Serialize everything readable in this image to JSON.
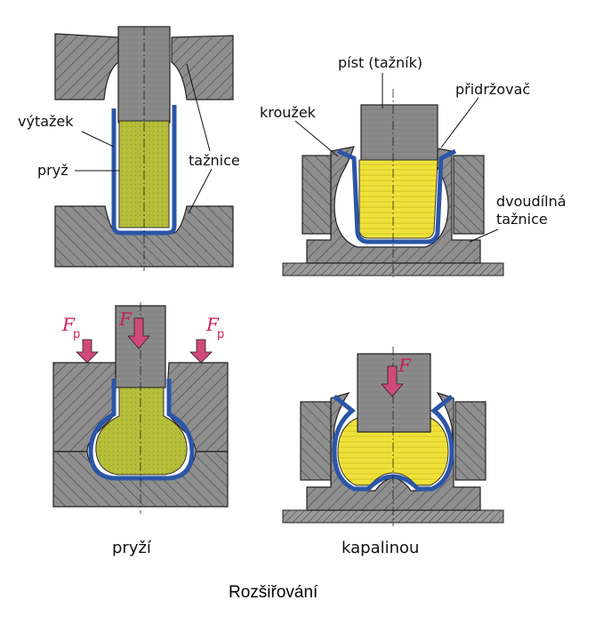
{
  "labels": {
    "vytazek": "výtažek",
    "pryz": "pryž",
    "taznice": "tažnice",
    "pist": "píst (tažník)",
    "krouzek": "kroužek",
    "pridrzovac": "přidržovač",
    "dvoudilna_1": "dvoudílná",
    "dvoudilna_2": "tažnice"
  },
  "forces": {
    "fp_symbol": "F",
    "fp_sub": "p",
    "f_symbol": "F"
  },
  "captions": {
    "left": "pryží",
    "right": "kapalinou"
  },
  "title": "Rozšiřování",
  "colors": {
    "steel": "#8e8e8e",
    "hatch": "#4a4a4a",
    "blank": "#2b55a8",
    "rubber": "#b6be3a",
    "liquid": "#f0e23a",
    "force_arrow": "#d04a7a",
    "ground": "#555555"
  }
}
